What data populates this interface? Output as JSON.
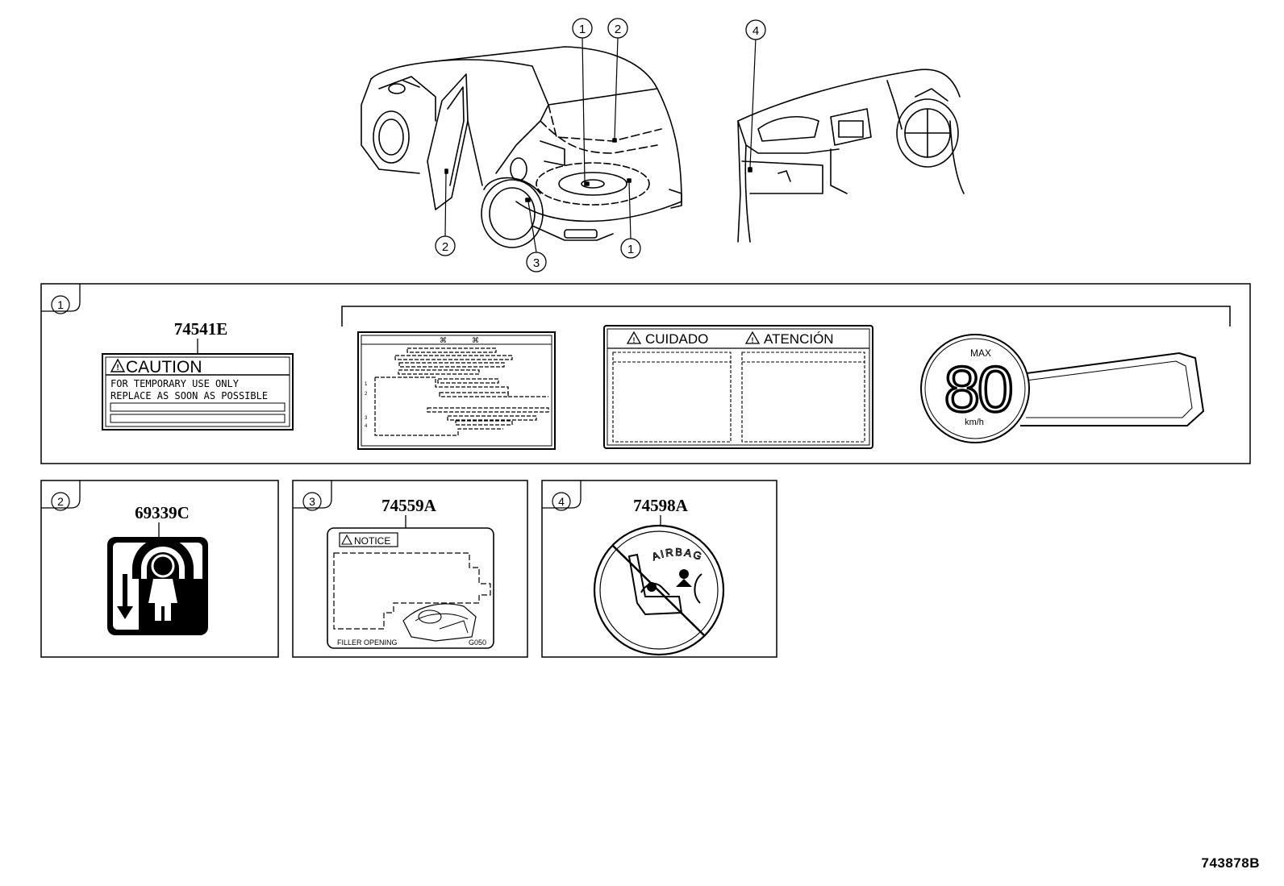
{
  "callouts": [
    "1",
    "2",
    "3",
    "4"
  ],
  "part_numbers": {
    "p1": "74541E",
    "p2": "69339C",
    "p3": "74559A",
    "p4": "74598A"
  },
  "caution_label": {
    "heading": "CAUTION",
    "line1": "FOR TEMPORARY USE ONLY",
    "line2": "REPLACE AS SOON AS POSSIBLE"
  },
  "warning_label": {
    "left_heading": "CUIDADO",
    "right_heading": "ATENCIÓN"
  },
  "speed_label": {
    "top": "MAX",
    "value": "80",
    "unit": "km/h"
  },
  "notice_label": {
    "heading": "NOTICE",
    "footer_left": "FILLER OPENING",
    "footer_right": "G050"
  },
  "airbag_label": {
    "arc_text": "AIRBAG"
  },
  "figure_id": "743878B"
}
